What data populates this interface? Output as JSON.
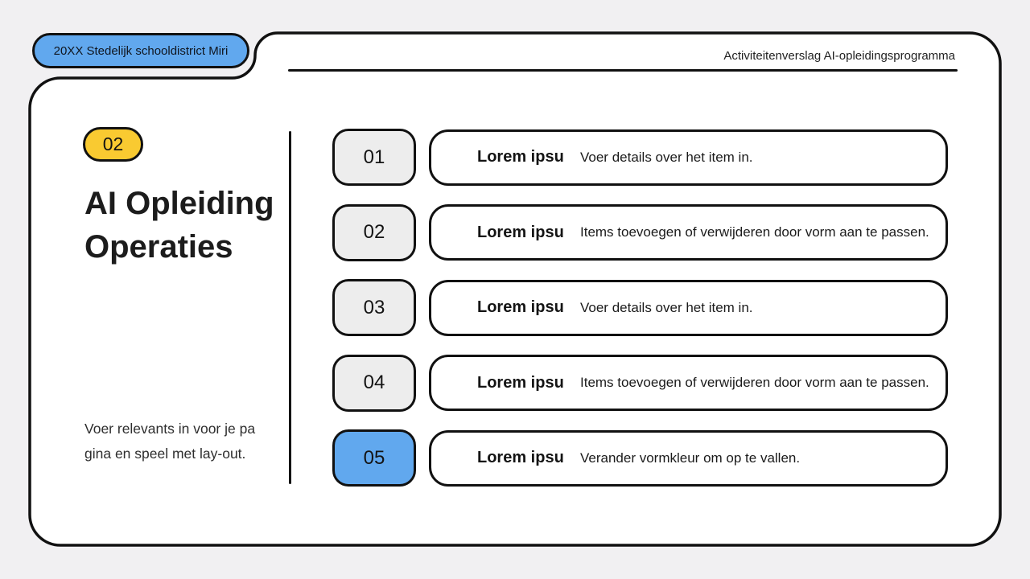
{
  "colors": {
    "background": "#F1F0F2",
    "card": "#FFFFFF",
    "outline": "#111111",
    "accent_blue": "#61A8EE",
    "accent_yellow": "#F9CA31",
    "number_box_gray": "#EDEDED"
  },
  "top_badge": {
    "label": "20XX Stedelijk schooldistrict Miri"
  },
  "header": {
    "title": "Activiteitenverslag AI-opleidingsprogramma"
  },
  "sidebar": {
    "section_number": "02",
    "title_line1": "AI Opleiding",
    "title_line2": "Operaties",
    "note_line1": "Voer relevants in voor je pa",
    "note_line2": "gina en speel met lay-out."
  },
  "list": {
    "items": [
      {
        "number": "01",
        "label": "Lorem ipsu",
        "description": "Voer details over het item in.",
        "highlighted": false
      },
      {
        "number": "02",
        "label": "Lorem ipsu",
        "description": "Items toevoegen of verwijderen door vorm aan te passen.",
        "highlighted": false
      },
      {
        "number": "03",
        "label": "Lorem ipsu",
        "description": "Voer details over het item in.",
        "highlighted": false
      },
      {
        "number": "04",
        "label": "Lorem ipsu",
        "description": "Items toevoegen of verwijderen door vorm aan te passen.",
        "highlighted": false
      },
      {
        "number": "05",
        "label": "Lorem ipsu",
        "description": "Verander vormkleur om op te vallen.",
        "highlighted": true
      }
    ]
  }
}
